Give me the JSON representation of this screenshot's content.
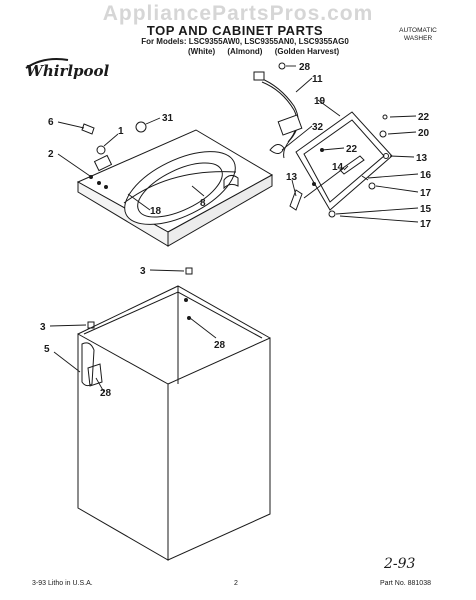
{
  "watermark": "AppliancePartsPros.com",
  "header": {
    "title": "TOP AND CABINET PARTS",
    "models_line": "For Models: LSC9355AW0, LSC9355AN0, LSC9355AG0",
    "colors": [
      "(White)",
      "(Almond)",
      "(Golden Harvest)"
    ],
    "appliance_type_line1": "AUTOMATIC",
    "appliance_type_line2": "WASHER",
    "brand_logo": "Whirlpool"
  },
  "callouts": {
    "c28_top": "28",
    "c11": "11",
    "c19": "19",
    "c22_top": "22",
    "c20": "20",
    "c13_right": "13",
    "c16": "16",
    "c17_a": "17",
    "c15": "15",
    "c17_b": "17",
    "c32": "32",
    "c22_mid": "22",
    "c14": "14",
    "c13_mid": "13",
    "c6": "6",
    "c1": "1",
    "c31": "31",
    "c2": "2",
    "c18": "18",
    "c8": "8",
    "c3_top": "3",
    "c28_mid": "28",
    "c3_bottom": "3",
    "c5": "5",
    "c28_low": "28"
  },
  "footer": {
    "litho": "3-93 Litho in U.S.A.",
    "page": "2",
    "part_no": "Part No. 881038",
    "handwritten_note": "2-93"
  }
}
